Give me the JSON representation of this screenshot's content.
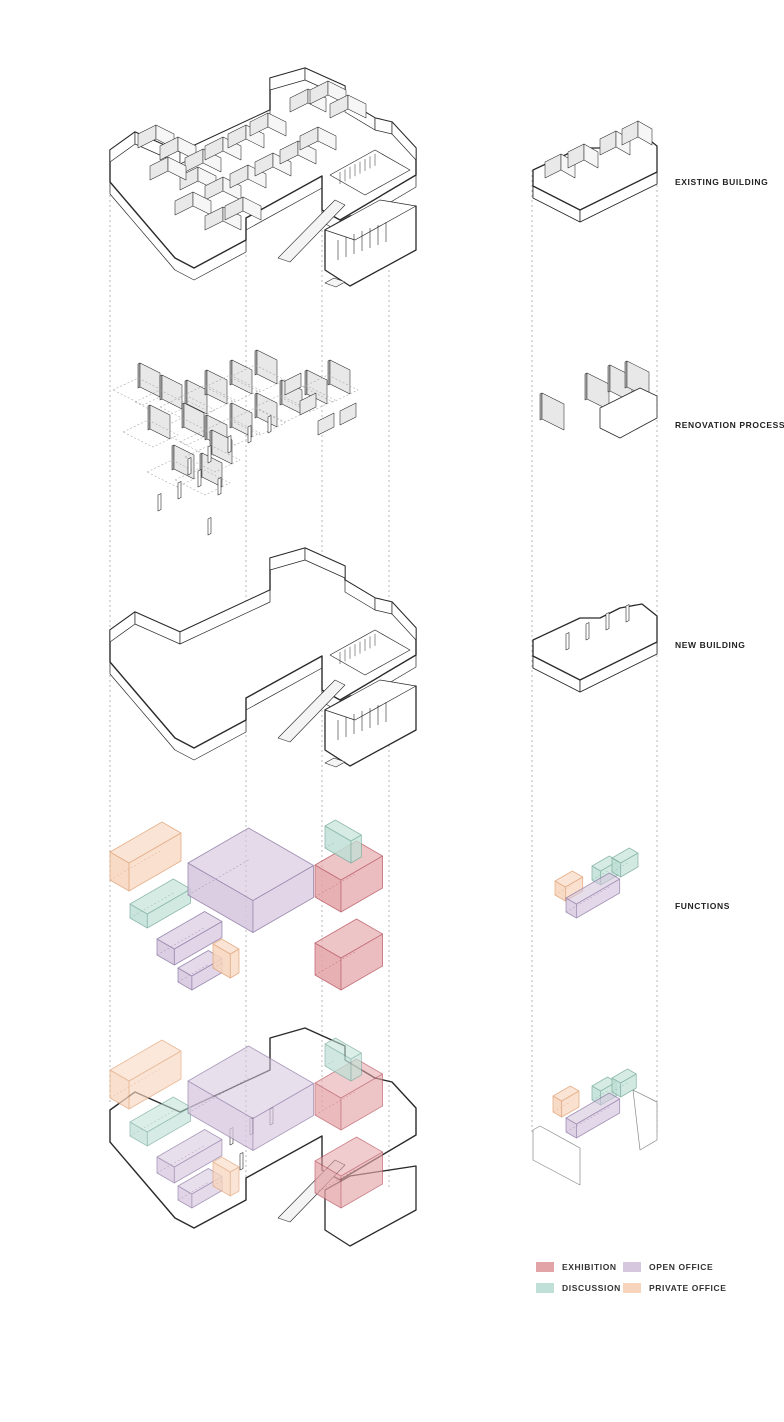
{
  "stages": [
    {
      "id": "existing",
      "label": "EXISTING BUILDING"
    },
    {
      "id": "renovation",
      "label": "RENOVATION PROCESS"
    },
    {
      "id": "new",
      "label": "NEW BUILDING"
    },
    {
      "id": "functions",
      "label": "FUNCTIONS"
    }
  ],
  "legend": [
    {
      "id": "exhibition",
      "label": "EXHIBITION",
      "color": "#e3a4a8"
    },
    {
      "id": "open-office",
      "label": "OPEN OFFICE",
      "color": "#d6c6de"
    },
    {
      "id": "discussion",
      "label": "DISCUSSION",
      "color": "#bfe0d6"
    },
    {
      "id": "private-office",
      "label": "PRIVATE OFFICE",
      "color": "#f7d5bd"
    }
  ],
  "colors": {
    "line": "#2a2a2a",
    "guide": "#9a9a9a",
    "wall_fill": "#e9e9e9",
    "exhibition_stroke": "#b85560",
    "open_office_stroke": "#8d78a4",
    "discussion_stroke": "#7cae9f",
    "private_office_stroke": "#e0a276"
  }
}
